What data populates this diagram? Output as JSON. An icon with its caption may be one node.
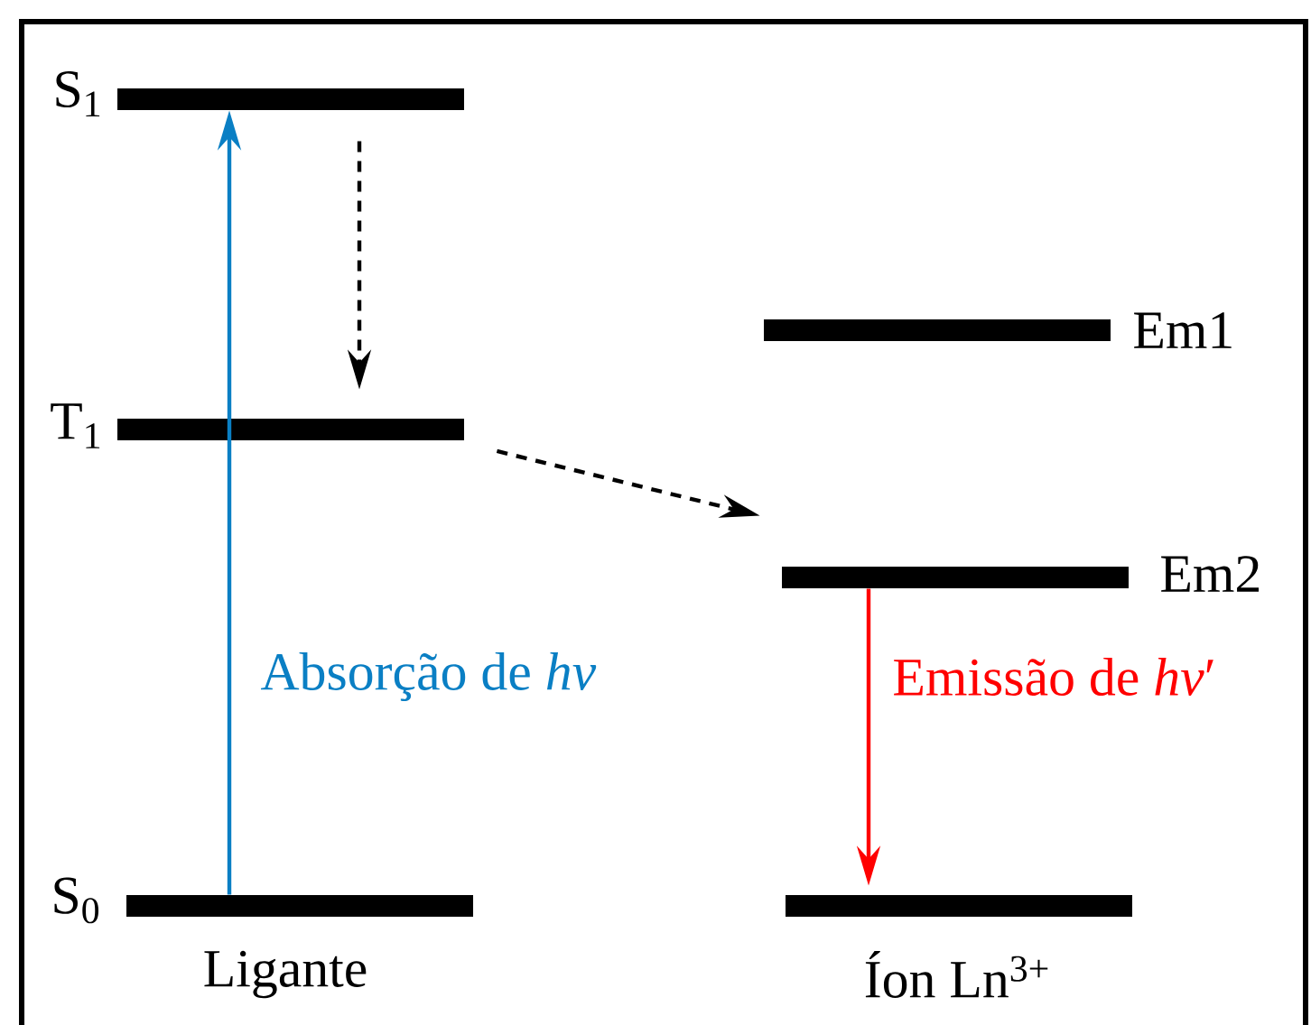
{
  "diagram": {
    "nodes": [
      {
        "text": [
          "S$_{1}$"
        ]
      },
      {
        "text": [
          "T$_{1}$"
        ]
      },
      {
        "text": [
          "S$_{0}$"
        ]
      },
      {
        "text": [
          "Em1"
        ]
      },
      {
        "text": [
          "Em2"
        ]
      },
      {
        "text": [],
        "shape": "bar"
      }
    ],
    "edges": [
      {
        "from": 2,
        "to": 0,
        "arrow": "to",
        "color": "#0a7fc4",
        "label": "Absorção de *hv*"
      },
      {
        "from": 0,
        "to": 1,
        "arrow": "to",
        "style": "dashed"
      },
      {
        "from": 1,
        "to": 4,
        "arrow": "to",
        "style": "dashed"
      },
      {
        "from": 4,
        "to": 5,
        "arrow": "to",
        "color": "#ff0000",
        "label": "Emissão de *hv*′"
      }
    ],
    "labels": [
      "Ligante",
      "Íon Ln$^{3+}$"
    ]
  }
}
